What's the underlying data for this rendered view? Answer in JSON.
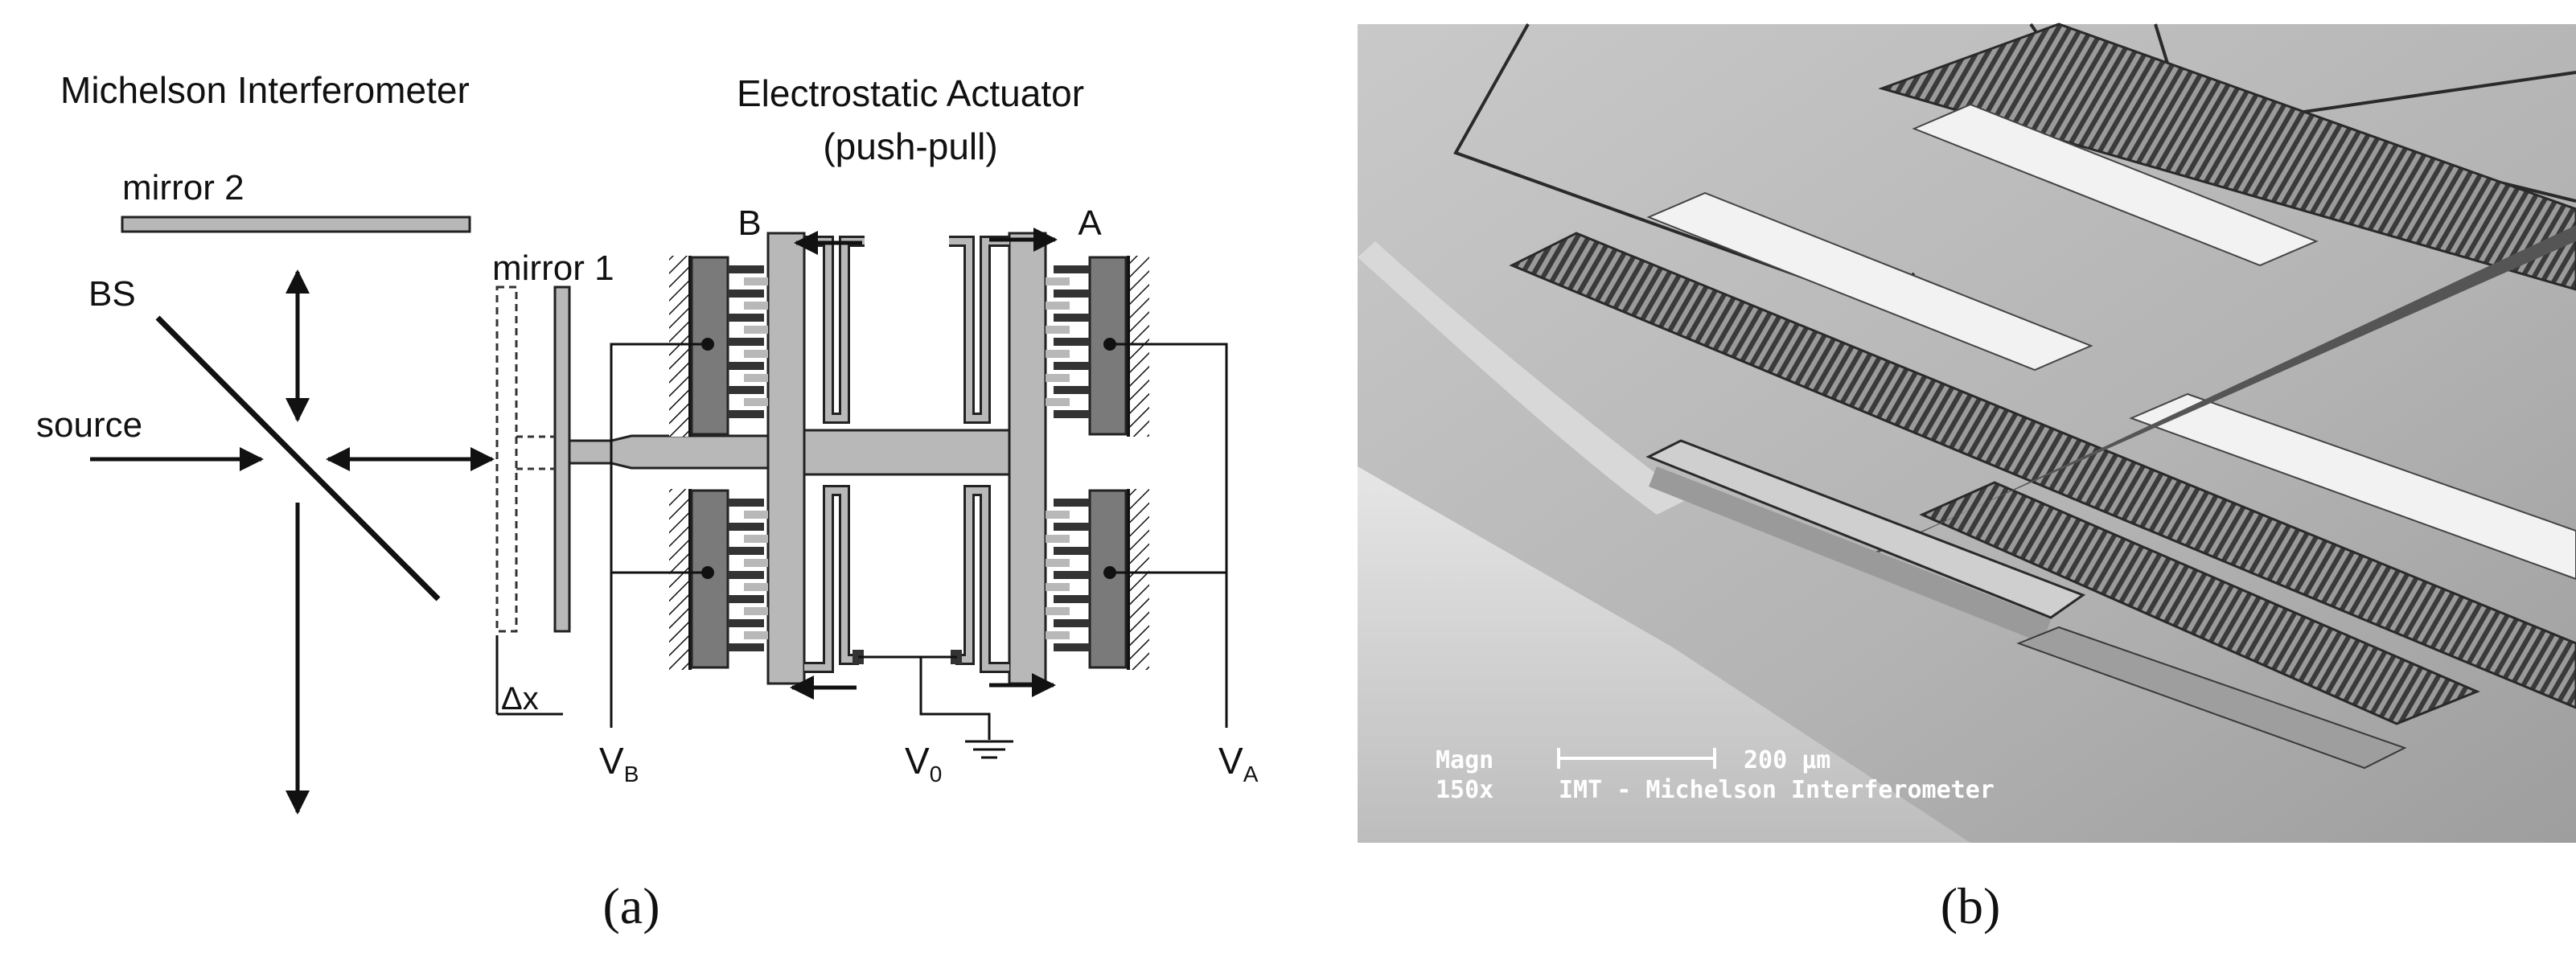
{
  "panel_a": {
    "titles": {
      "interferometer": "Michelson Interferometer",
      "actuator_line1": "Electrostatic Actuator",
      "actuator_line2": "(push-pull)"
    },
    "labels": {
      "mirror2": "mirror 2",
      "mirror1": "mirror 1",
      "bs": "BS",
      "source": "source",
      "comb_b": "B",
      "comb_a": "A",
      "delta_x": "Δx",
      "vb_main": "V",
      "vb_sub": "B",
      "v0_main": "V",
      "v0_sub": "0",
      "va_main": "V",
      "va_sub": "A"
    },
    "caption": "(a)"
  },
  "panel_b": {
    "scalebar": {
      "magn_label": "Magn",
      "magn_value": "150x",
      "length": "200 µm",
      "description": "IMT - Michelson Interferometer"
    },
    "caption": "(b)"
  },
  "colors": {
    "ink": "#111111",
    "structure_fill": "#b8b8b8",
    "comb_fill": "#7a7a7a",
    "sem_background": "#b9b9b9"
  }
}
